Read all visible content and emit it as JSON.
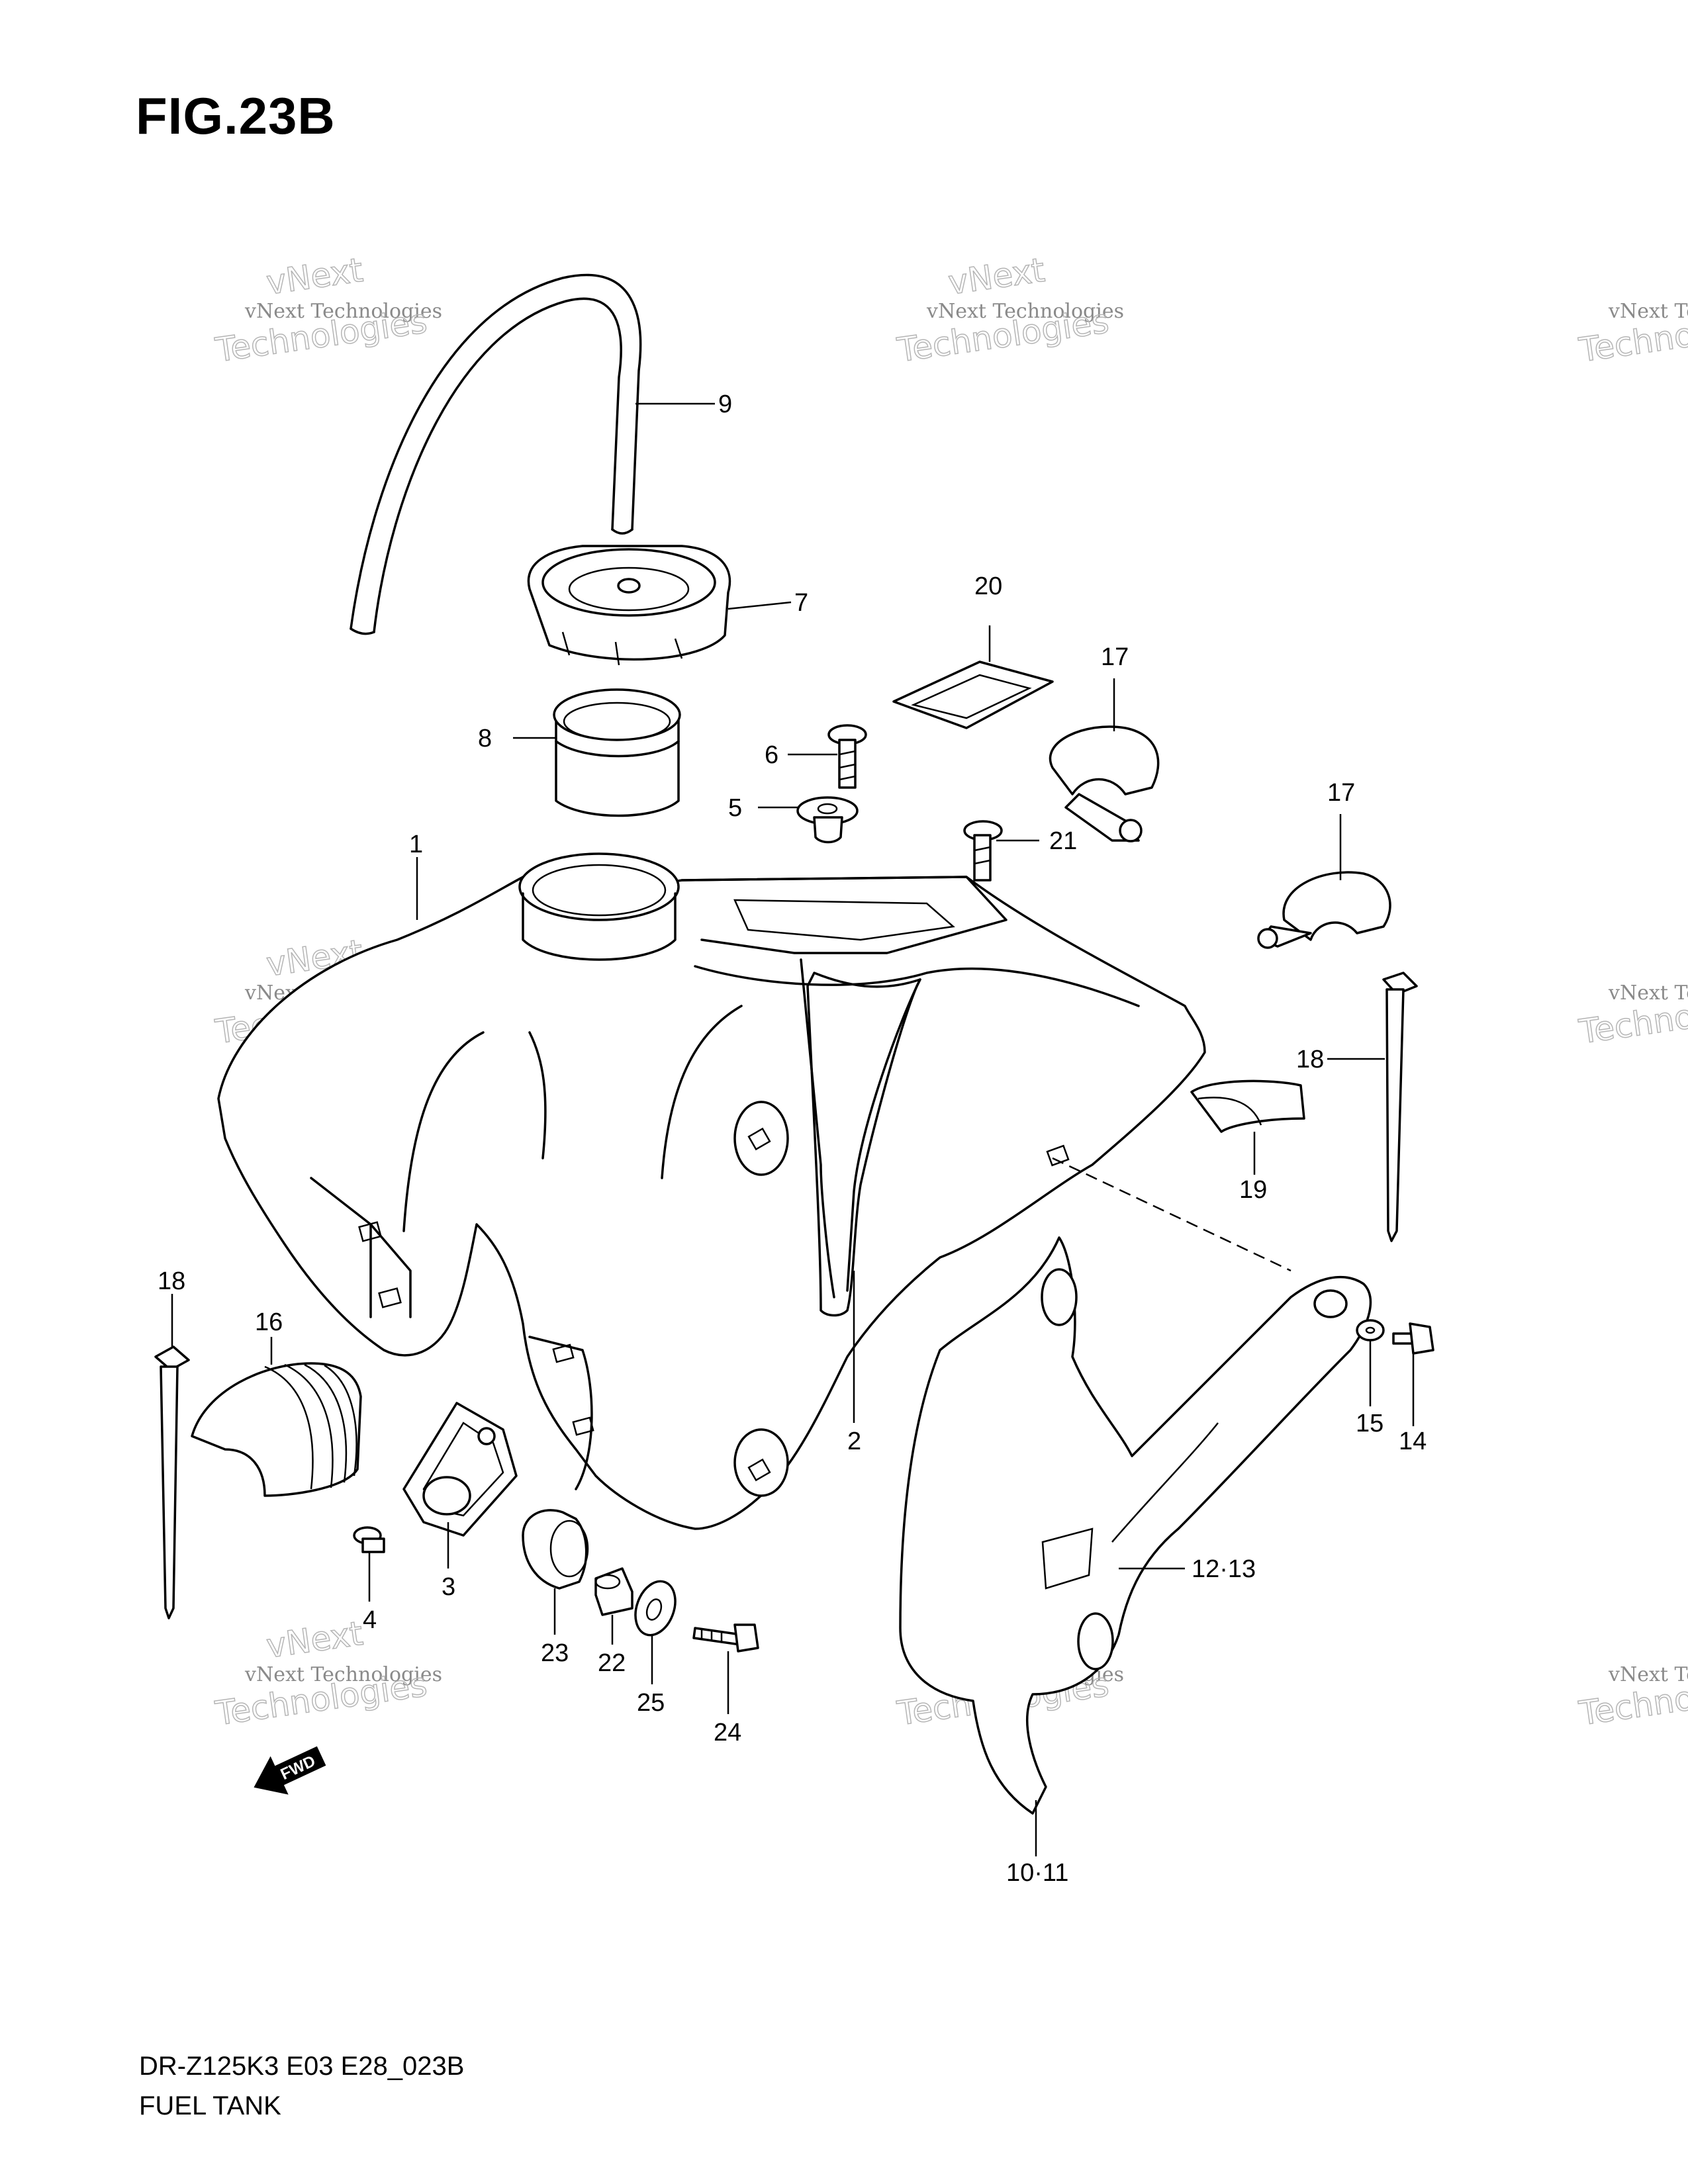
{
  "figure": {
    "title": "FIG.23B",
    "model_code": "DR-Z125K3 E03 E28_023B",
    "name": "FUEL TANK"
  },
  "callouts": [
    "9",
    "7",
    "8",
    "20",
    "17",
    "17",
    "6",
    "5",
    "21",
    "1",
    "18",
    "19",
    "18",
    "16",
    "2",
    "15",
    "14",
    "12·13",
    "3",
    "4",
    "23",
    "22",
    "25",
    "24",
    "10·11"
  ],
  "watermark": {
    "line1": "vNext Technologies",
    "line2": "vNext",
    "line3": "Technologies"
  },
  "fwd_label": "FWD"
}
